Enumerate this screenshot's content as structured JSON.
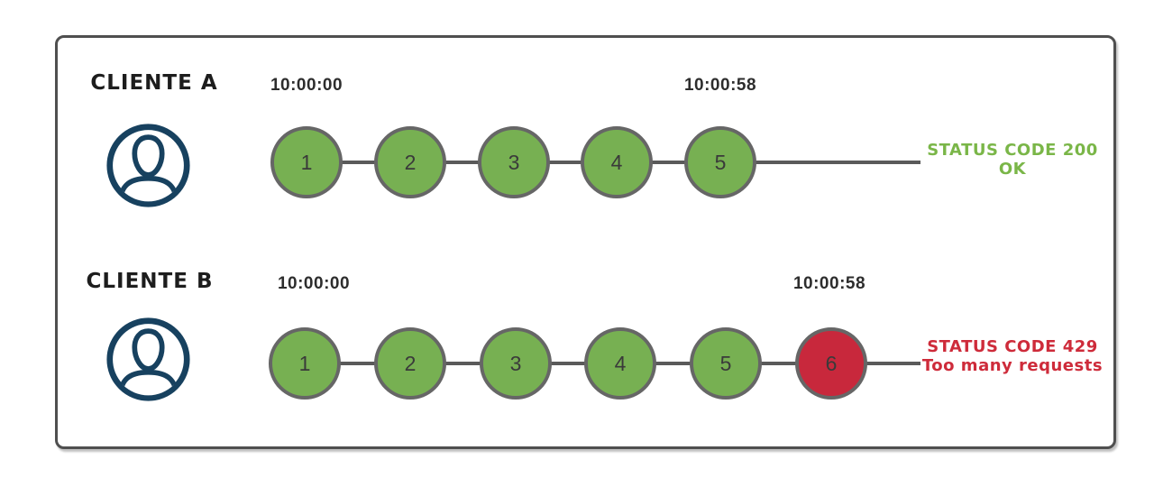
{
  "colors": {
    "green_fill": "#77b052",
    "red_fill": "#c8283c",
    "green_text": "#7ab648",
    "red_text": "#ce2b3a",
    "connector": "#5a5a5a",
    "circle_border": "#666666",
    "avatar_navy": "#17415f"
  },
  "rows": [
    {
      "client": "CLIENTE A",
      "start_time": "10:00:00",
      "end_time": "10:00:58",
      "requests": [
        {
          "label": "1",
          "result": "accepted"
        },
        {
          "label": "2",
          "result": "accepted"
        },
        {
          "label": "3",
          "result": "accepted"
        },
        {
          "label": "4",
          "result": "accepted"
        },
        {
          "label": "5",
          "result": "accepted"
        }
      ],
      "status": {
        "type": "ok",
        "line1": "STATUS CODE 200",
        "line2": "OK"
      }
    },
    {
      "client": "CLIENTE B",
      "start_time": "10:00:00",
      "end_time": "10:00:58",
      "requests": [
        {
          "label": "1",
          "result": "accepted"
        },
        {
          "label": "2",
          "result": "accepted"
        },
        {
          "label": "3",
          "result": "accepted"
        },
        {
          "label": "4",
          "result": "accepted"
        },
        {
          "label": "5",
          "result": "accepted"
        },
        {
          "label": "6",
          "result": "rejected"
        }
      ],
      "status": {
        "type": "error",
        "line1": "STATUS CODE 429",
        "line2": "Too many requests"
      }
    }
  ]
}
